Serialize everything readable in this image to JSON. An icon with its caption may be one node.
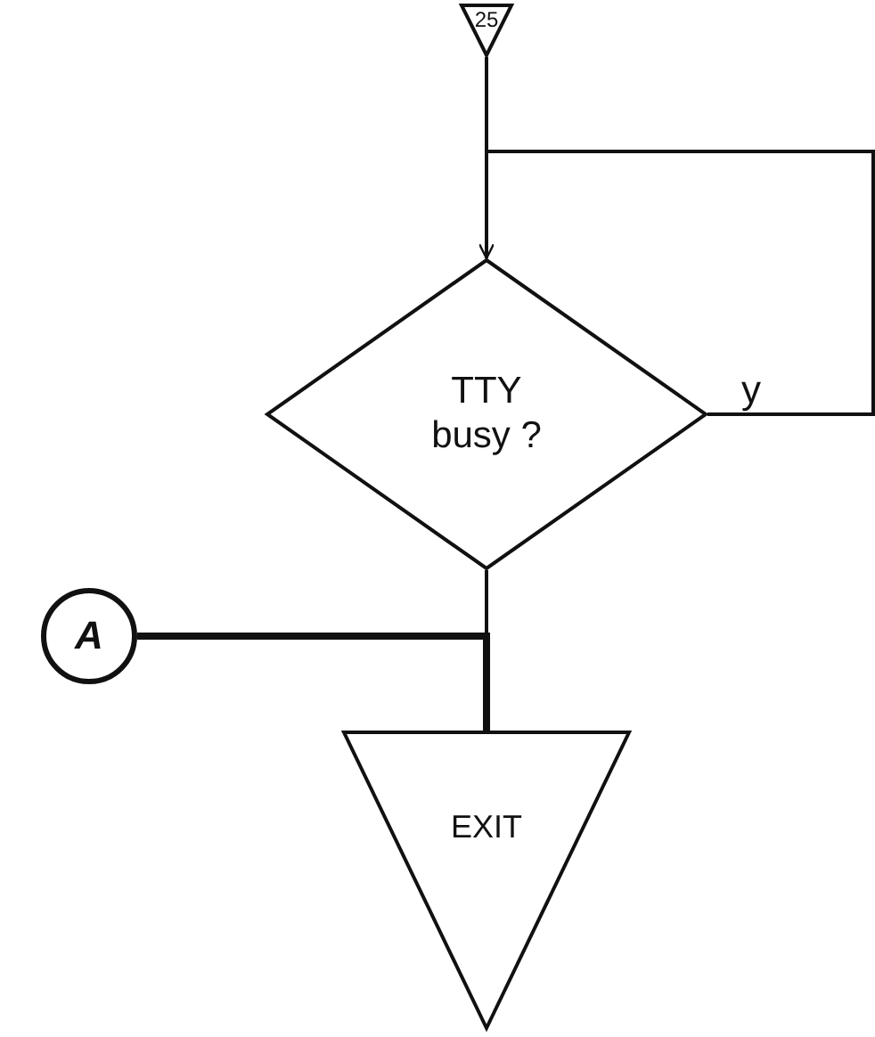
{
  "diagram": {
    "nodes": [
      {
        "text": [
          "25"
        ]
      },
      {
        "text": [
          "TTY busy ?"
        ]
      },
      {
        "text": [
          "A"
        ]
      },
      {
        "text": [
          "EXIT"
        ]
      }
    ],
    "edges": [
      {
        "from": 0,
        "to": 1,
        "arrow": "none"
      },
      {
        "from": 1,
        "to": 1,
        "arrow": "to",
        "label": "y"
      },
      {
        "from": 2,
        "to": 3,
        "arrow": "none",
        "style": "thick"
      },
      {
        "from": 1,
        "to": 3,
        "arrow": "none"
      }
    ]
  }
}
